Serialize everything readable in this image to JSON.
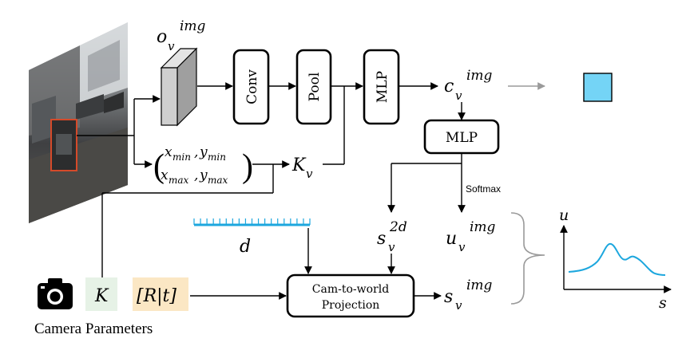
{
  "modules": {
    "conv": "Conv",
    "pool": "Pool",
    "mlp_vertical": "MLP",
    "mlp_horizontal": "MLP",
    "projection_line1": "Cam-to-world",
    "projection_line2": "Projection"
  },
  "labels": {
    "o_base": "o",
    "o_sub": "v",
    "o_sup": "img",
    "c_base": "c",
    "c_sub": "v",
    "c_sup": "img",
    "k_base": "K",
    "k_sub": "v",
    "s2d_base": "s",
    "s2d_sub": "v",
    "s2d_sup": "2d",
    "u_base": "u",
    "u_sub": "v",
    "u_sup": "img",
    "simg_base": "s",
    "simg_sub": "v",
    "simg_sup": "img",
    "d": "d",
    "softmax": "Softmax",
    "K": "K",
    "Rt": "[R|t]",
    "camera_parameters": "Camera Parameters",
    "bbox_x": "x",
    "bbox_min": "min",
    "bbox_max": "max",
    "bbox_y": "y",
    "paren_open": "(",
    "paren_close": ")",
    "comma": ",",
    "plot_y_axis": "u",
    "plot_x_axis": "s"
  },
  "colors": {
    "output_square": "#74d4f6",
    "ruler": "#1da7de",
    "curve": "#1da7de",
    "K_bg": "#e6f2e6",
    "Rt_bg": "#fbe7c4",
    "feature_map_front": "#cfcfcf",
    "feature_map_side": "#9f9f9f"
  }
}
